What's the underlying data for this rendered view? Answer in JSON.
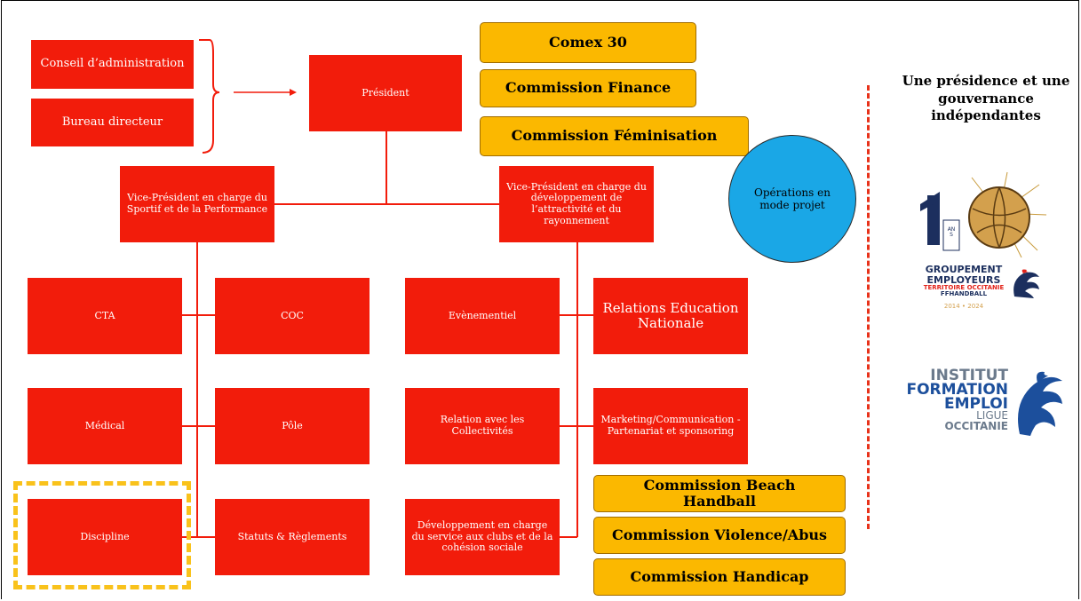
{
  "left_block": {
    "conseil": "Conseil d’administration",
    "bureau": "Bureau directeur"
  },
  "president": "Président",
  "vp_sport": "Vice-Président en charge du Sportif et de la Performance",
  "vp_dev": "Vice-Président en charge du développement de l’attractivité et du rayonnement",
  "commissions_top": [
    "Comex 30",
    "Commission Finance",
    "Commission Féminisation"
  ],
  "operations": "Opérations en mode projet",
  "sport_boxes": {
    "cta": "CTA",
    "coc": "COC",
    "medical": "Médical",
    "pole": "Pôle",
    "discipline": "Discipline",
    "statuts": "Statuts & Règlements"
  },
  "dev_boxes": {
    "evenementiel": "Evènementiel",
    "education": "Relations Education Nationale",
    "collectivites": "Relation avec les Collectivités",
    "marketing": "Marketing/Communication - Partenariat et sponsoring",
    "developpement": "Développement en charge du service aux clubs et de la cohésion sociale"
  },
  "commissions_bottom": [
    "Commission Beach Handball",
    "Commission Violence/Abus",
    "Commission Handicap"
  ],
  "governance": "Une présidence et une gouvernance indépendantes",
  "logo_ge": {
    "number": "10",
    "years_label": "ANS",
    "line1": "GROUPEMENT",
    "line2": "EMPLOYEURS",
    "line3": "TERRITOIRE OCCITANIE",
    "line4": "FFHANDBALL",
    "years": "2014 • 2024"
  },
  "logo_ife": {
    "line1": "INSTITUT",
    "line2": "FORMATION",
    "line3": "EMPLOI",
    "line4": "LIGUE",
    "line5": "OCCITANIE"
  },
  "colors": {
    "red_box": "#f21c0b",
    "yellow_box": "#fbb800",
    "circle": "#1aa7e6",
    "logo_navy": "#1c2f5e",
    "logo_red": "#e2231a"
  }
}
